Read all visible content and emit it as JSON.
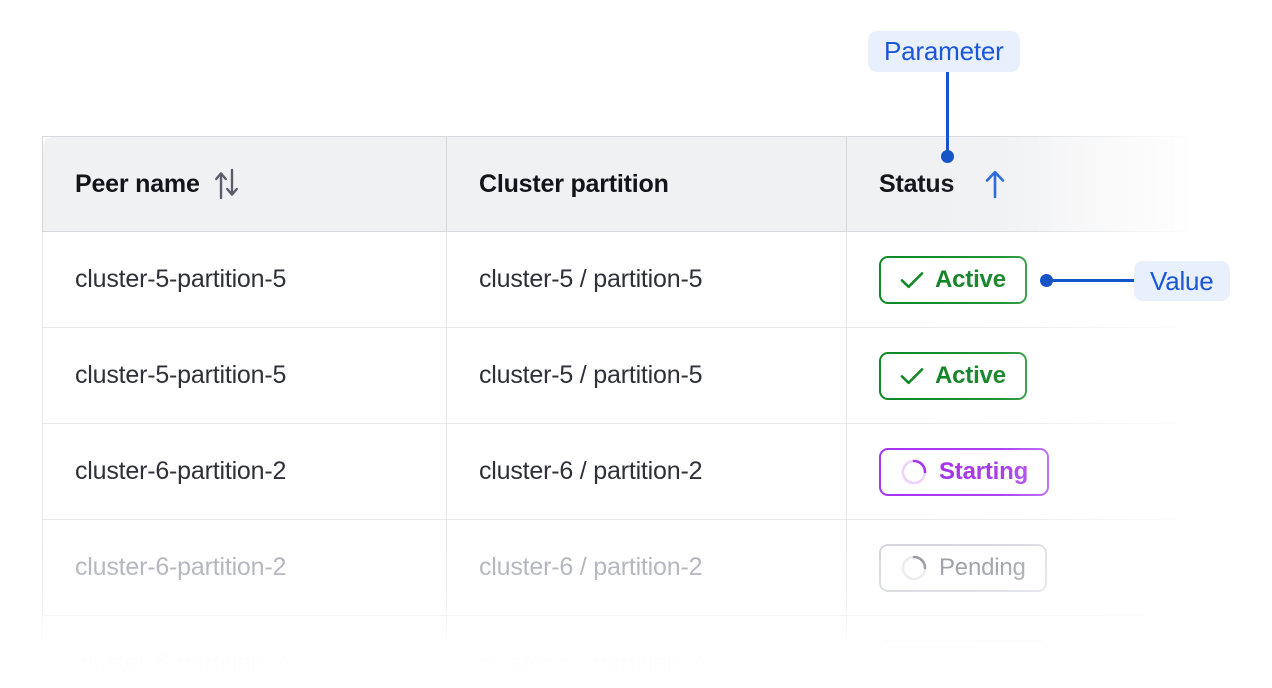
{
  "table": {
    "columns": [
      {
        "label": "Peer name",
        "sort_icon": "sort-both-arrows-icon",
        "sort_state": "none"
      },
      {
        "label": "Cluster partition",
        "sort_icon": "",
        "sort_state": "none"
      },
      {
        "label": "Status",
        "sort_icon": "sort-ascending-arrow-icon",
        "sort_state": "ascending"
      }
    ],
    "rows": [
      {
        "peer_name": "cluster-5-partition-5",
        "cluster_partition": "cluster-5 / partition-5",
        "status": "Active",
        "status_kind": "active",
        "status_icon": "check-icon"
      },
      {
        "peer_name": "cluster-5-partition-5",
        "cluster_partition": "cluster-5 / partition-5",
        "status": "Active",
        "status_kind": "active",
        "status_icon": "check-icon"
      },
      {
        "peer_name": "cluster-6-partition-2",
        "cluster_partition": "cluster-6 / partition-2",
        "status": "Starting",
        "status_kind": "starting",
        "status_icon": "spinner-icon"
      },
      {
        "peer_name": "cluster-6-partition-2",
        "cluster_partition": "cluster-6 / partition-2",
        "status": "Pending",
        "status_kind": "pending",
        "status_icon": "spinner-icon"
      },
      {
        "peer_name": "cluster-6-partition-2",
        "cluster_partition": "cluster-6 / partition-2",
        "status": "Pending",
        "status_kind": "ghost",
        "status_icon": "spinner-icon"
      }
    ]
  },
  "annotations": {
    "parameter": {
      "label": "Parameter",
      "target": "status-column-header"
    },
    "value": {
      "label": "Value",
      "target": "status-badge-row-1"
    }
  },
  "colors": {
    "annotation_blue": "#1553c7",
    "annotation_pill_bg": "#e9f0fd",
    "annotation_text": "#1b56d6",
    "status_active": "#0e7f22",
    "status_starting": "#a22ee8",
    "status_pending": "#8d9099",
    "header_bg": "#f0f1f3",
    "header_text": "#13141a",
    "cell_text": "#2e3038",
    "border": "#e6e8ec"
  }
}
